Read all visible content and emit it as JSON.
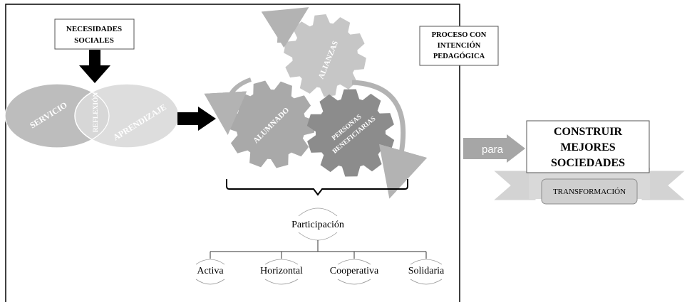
{
  "necesidades": {
    "line1": "NECESIDADES",
    "line2": "SOCIALES"
  },
  "venn": {
    "left": "SERVICIO",
    "center": "REFLEXIÓN",
    "right": "APRENDIZAJE"
  },
  "gears": {
    "top": "ALIANZAS",
    "left": "ALUMNADO",
    "right_line1": "PERSONAS",
    "right_line2": "BENEFICIARIAS"
  },
  "proceso": {
    "line1": "PROCESO CON",
    "line2": "INTENCIÓN",
    "line3": "PEDAGÓGICA"
  },
  "participacion": {
    "root": "Participación",
    "children": [
      "Activa",
      "Horizontal",
      "Cooperativa",
      "Solidaria"
    ]
  },
  "para": "para",
  "construir": {
    "line1": "CONSTRUIR",
    "line2": "MEJORES",
    "line3": "SOCIEDADES"
  },
  "transformacion": "TRANSFORMACIÓN",
  "colors": {
    "gear_light": "#c6c6c6",
    "gear_mid": "#a9a9a9",
    "gear_dark": "#8c8c8c",
    "arrow_black": "#000000",
    "para_arrow": "#a6a6a6",
    "ribbon": "#d3d3d3"
  }
}
